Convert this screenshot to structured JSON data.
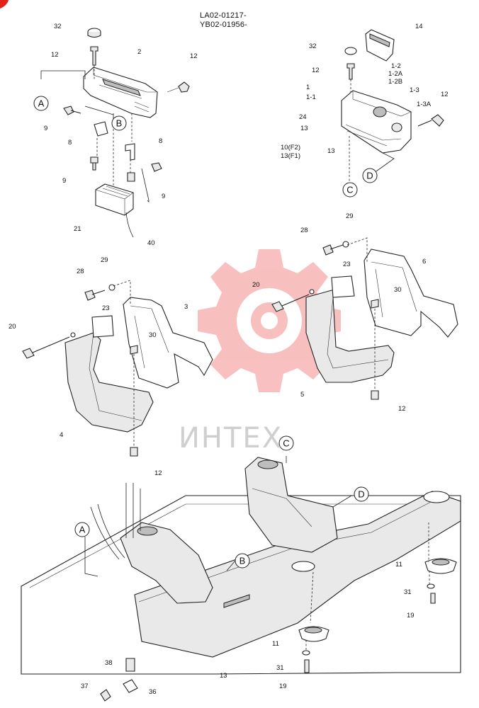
{
  "header": {
    "line1": "LA02-01217-",
    "line2": "YB02-01956-"
  },
  "watermark": {
    "text": "ИНТЕХ",
    "gear_color": "#f7b5b5",
    "text_color": "#cfcfcf"
  },
  "corner_mark_color": "#e2231a",
  "circle_refs": [
    "A",
    "B",
    "C",
    "D"
  ],
  "part_numbers": [
    "32",
    "12",
    "2",
    "12",
    "9",
    "8",
    "8",
    "9",
    "9",
    "21",
    "40",
    "14",
    "32",
    "12",
    "1-2",
    "1-2A",
    "1-2B",
    "1",
    "1-1",
    "1-3",
    "1-3A",
    "12",
    "24",
    "13",
    "10(F2)",
    "13(F1)",
    "13",
    "29",
    "28",
    "23",
    "6",
    "20",
    "30",
    "5",
    "12",
    "28",
    "29",
    "3",
    "23",
    "20",
    "30",
    "4",
    "12",
    "11",
    "31",
    "19",
    "11",
    "31",
    "19",
    "38",
    "37",
    "36",
    "13"
  ]
}
